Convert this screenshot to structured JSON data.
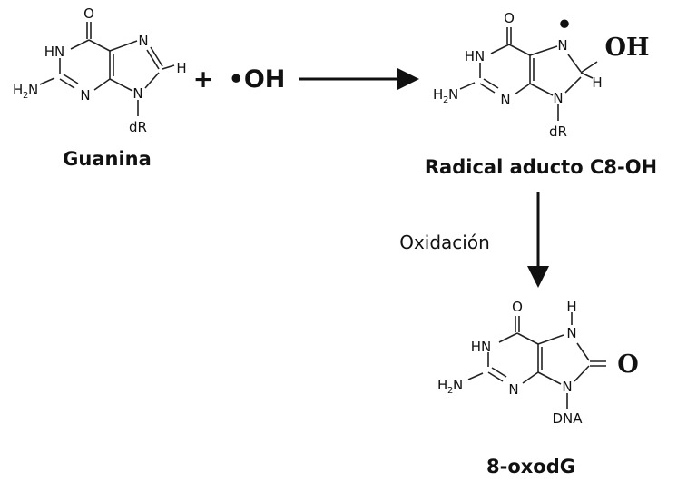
{
  "atoms": {
    "O": "O",
    "HN": "HN",
    "N": "N",
    "H": "H",
    "H2N_H": "H",
    "H2N_2": "2",
    "H2N_N": "N",
    "dR": "dR",
    "DNA": "DNA"
  },
  "reagents": {
    "plus": "+",
    "radical_dot": "•",
    "hydroxyl": "OH",
    "radical_hydroxyl": "•OH",
    "keto_oxygen": "O"
  },
  "labels": {
    "guanine": "Guanina",
    "adduct": "Radical aducto C8-OH",
    "product": "8-oxodG",
    "step": "Oxidación"
  },
  "colors": {
    "ink": "#111111",
    "background": "#ffffff"
  }
}
